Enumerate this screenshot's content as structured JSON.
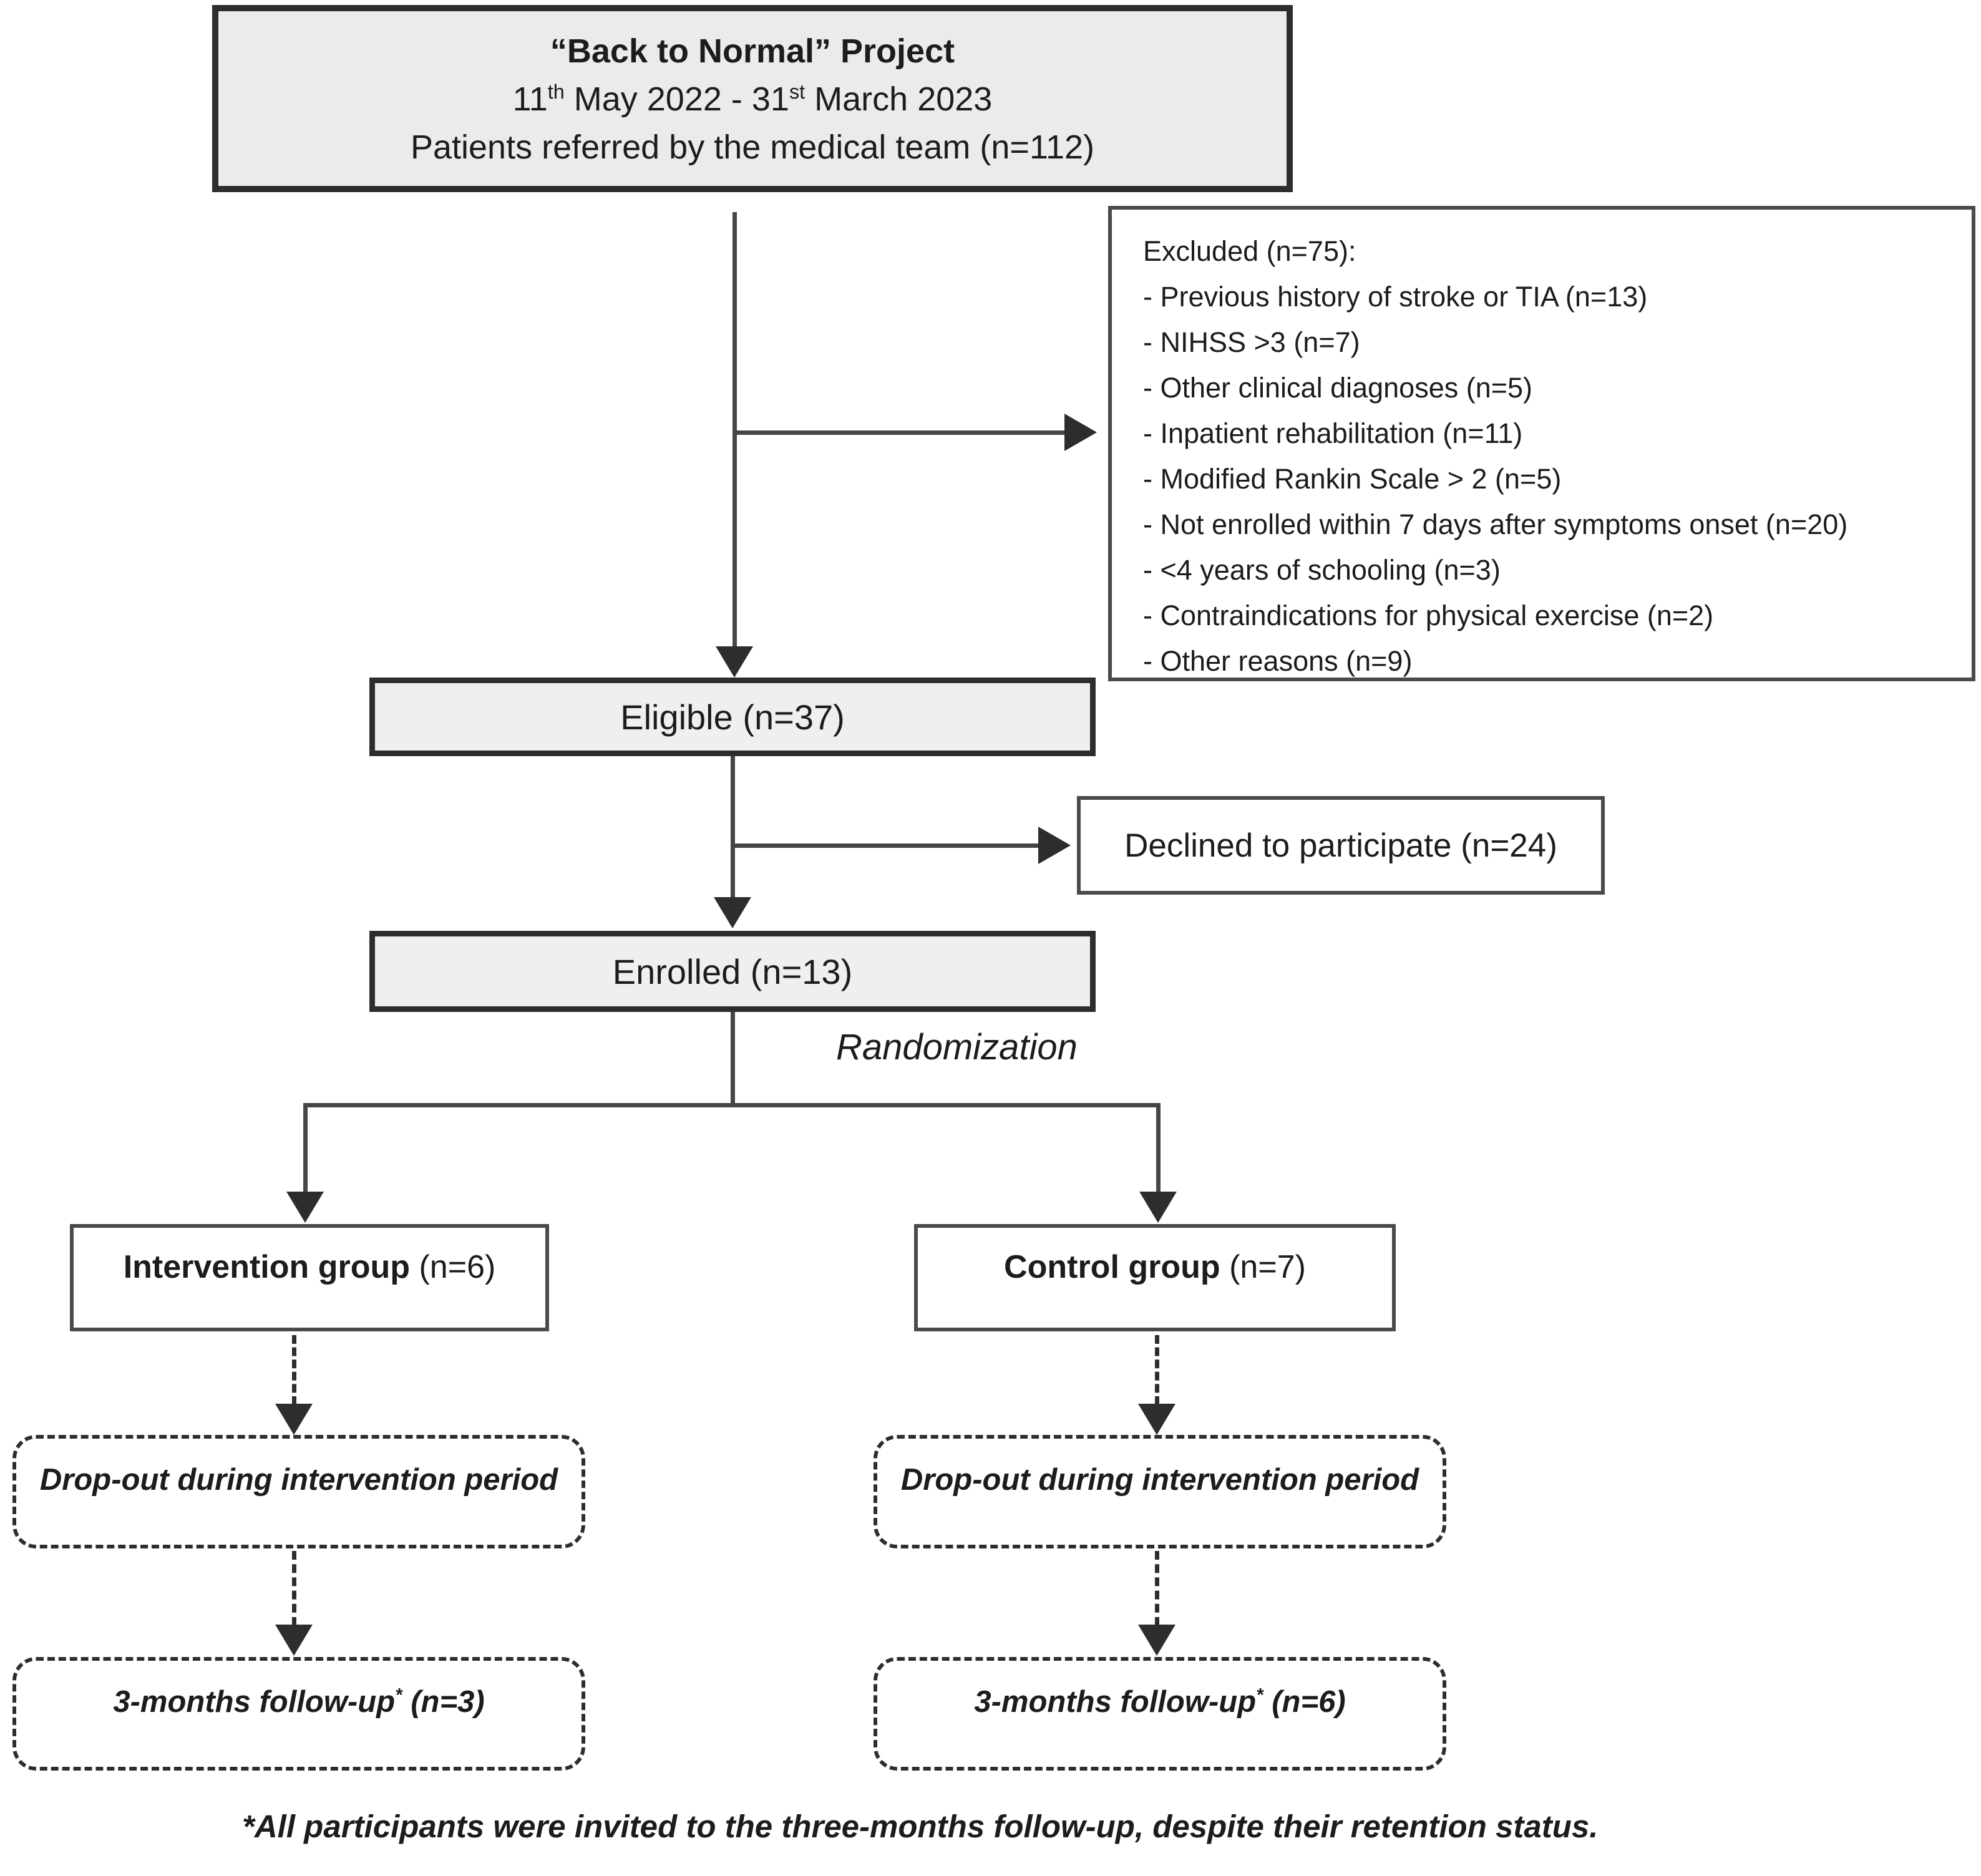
{
  "palette": {
    "box_fill_gray": "#ebebeb",
    "box_fill_light": "#efefef",
    "border_dark": "#2d2d2d",
    "border_mid": "#4a4a4a",
    "line": "#464646",
    "text": "#1c1c1c",
    "background": "#ffffff"
  },
  "top_box": {
    "title": "“Back to Normal” Project",
    "date": {
      "p1": "11",
      "s1": "th",
      "p2": " May 2022 - 31",
      "s2": "st",
      "p3": " March 2023"
    },
    "line3": "Patients referred by the medical team (n=112)"
  },
  "excluded_box": {
    "header": "Excluded (n=75):",
    "items": [
      "- Previous history of stroke or TIA (n=13)",
      "- NIHSS >3 (n=7)",
      "- Other clinical diagnoses (n=5)",
      "- Inpatient rehabilitation (n=11)",
      "- Modified Rankin Scale > 2 (n=5)",
      "- Not enrolled within 7 days after symptoms onset (n=20)",
      "- <4 years of schooling (n=3)",
      "- Contraindications for physical exercise (n=2)",
      "- Other reasons (n=9)"
    ]
  },
  "eligible_box": {
    "label": "Eligible (n=37)"
  },
  "declined_box": {
    "label": "Declined to participate (n=24)"
  },
  "enrolled_box": {
    "label": "Enrolled (n=13)"
  },
  "randomization_label": "Randomization",
  "intervention_box": {
    "name": "Intervention group",
    "count": " (n=6)"
  },
  "control_box": {
    "name": "Control group",
    "count": " (n=7)"
  },
  "dropout_left": {
    "label": "Drop-out during intervention period"
  },
  "dropout_right": {
    "label": "Drop-out during intervention period"
  },
  "followup_left": {
    "pre": "3-months follow-up",
    "sup": "*",
    "count": " (n=3)"
  },
  "followup_right": {
    "pre": "3-months follow-up",
    "sup": "*",
    "count": " (n=6)"
  },
  "footnote": "*All participants were invited to the three-months follow-up, despite their retention status."
}
